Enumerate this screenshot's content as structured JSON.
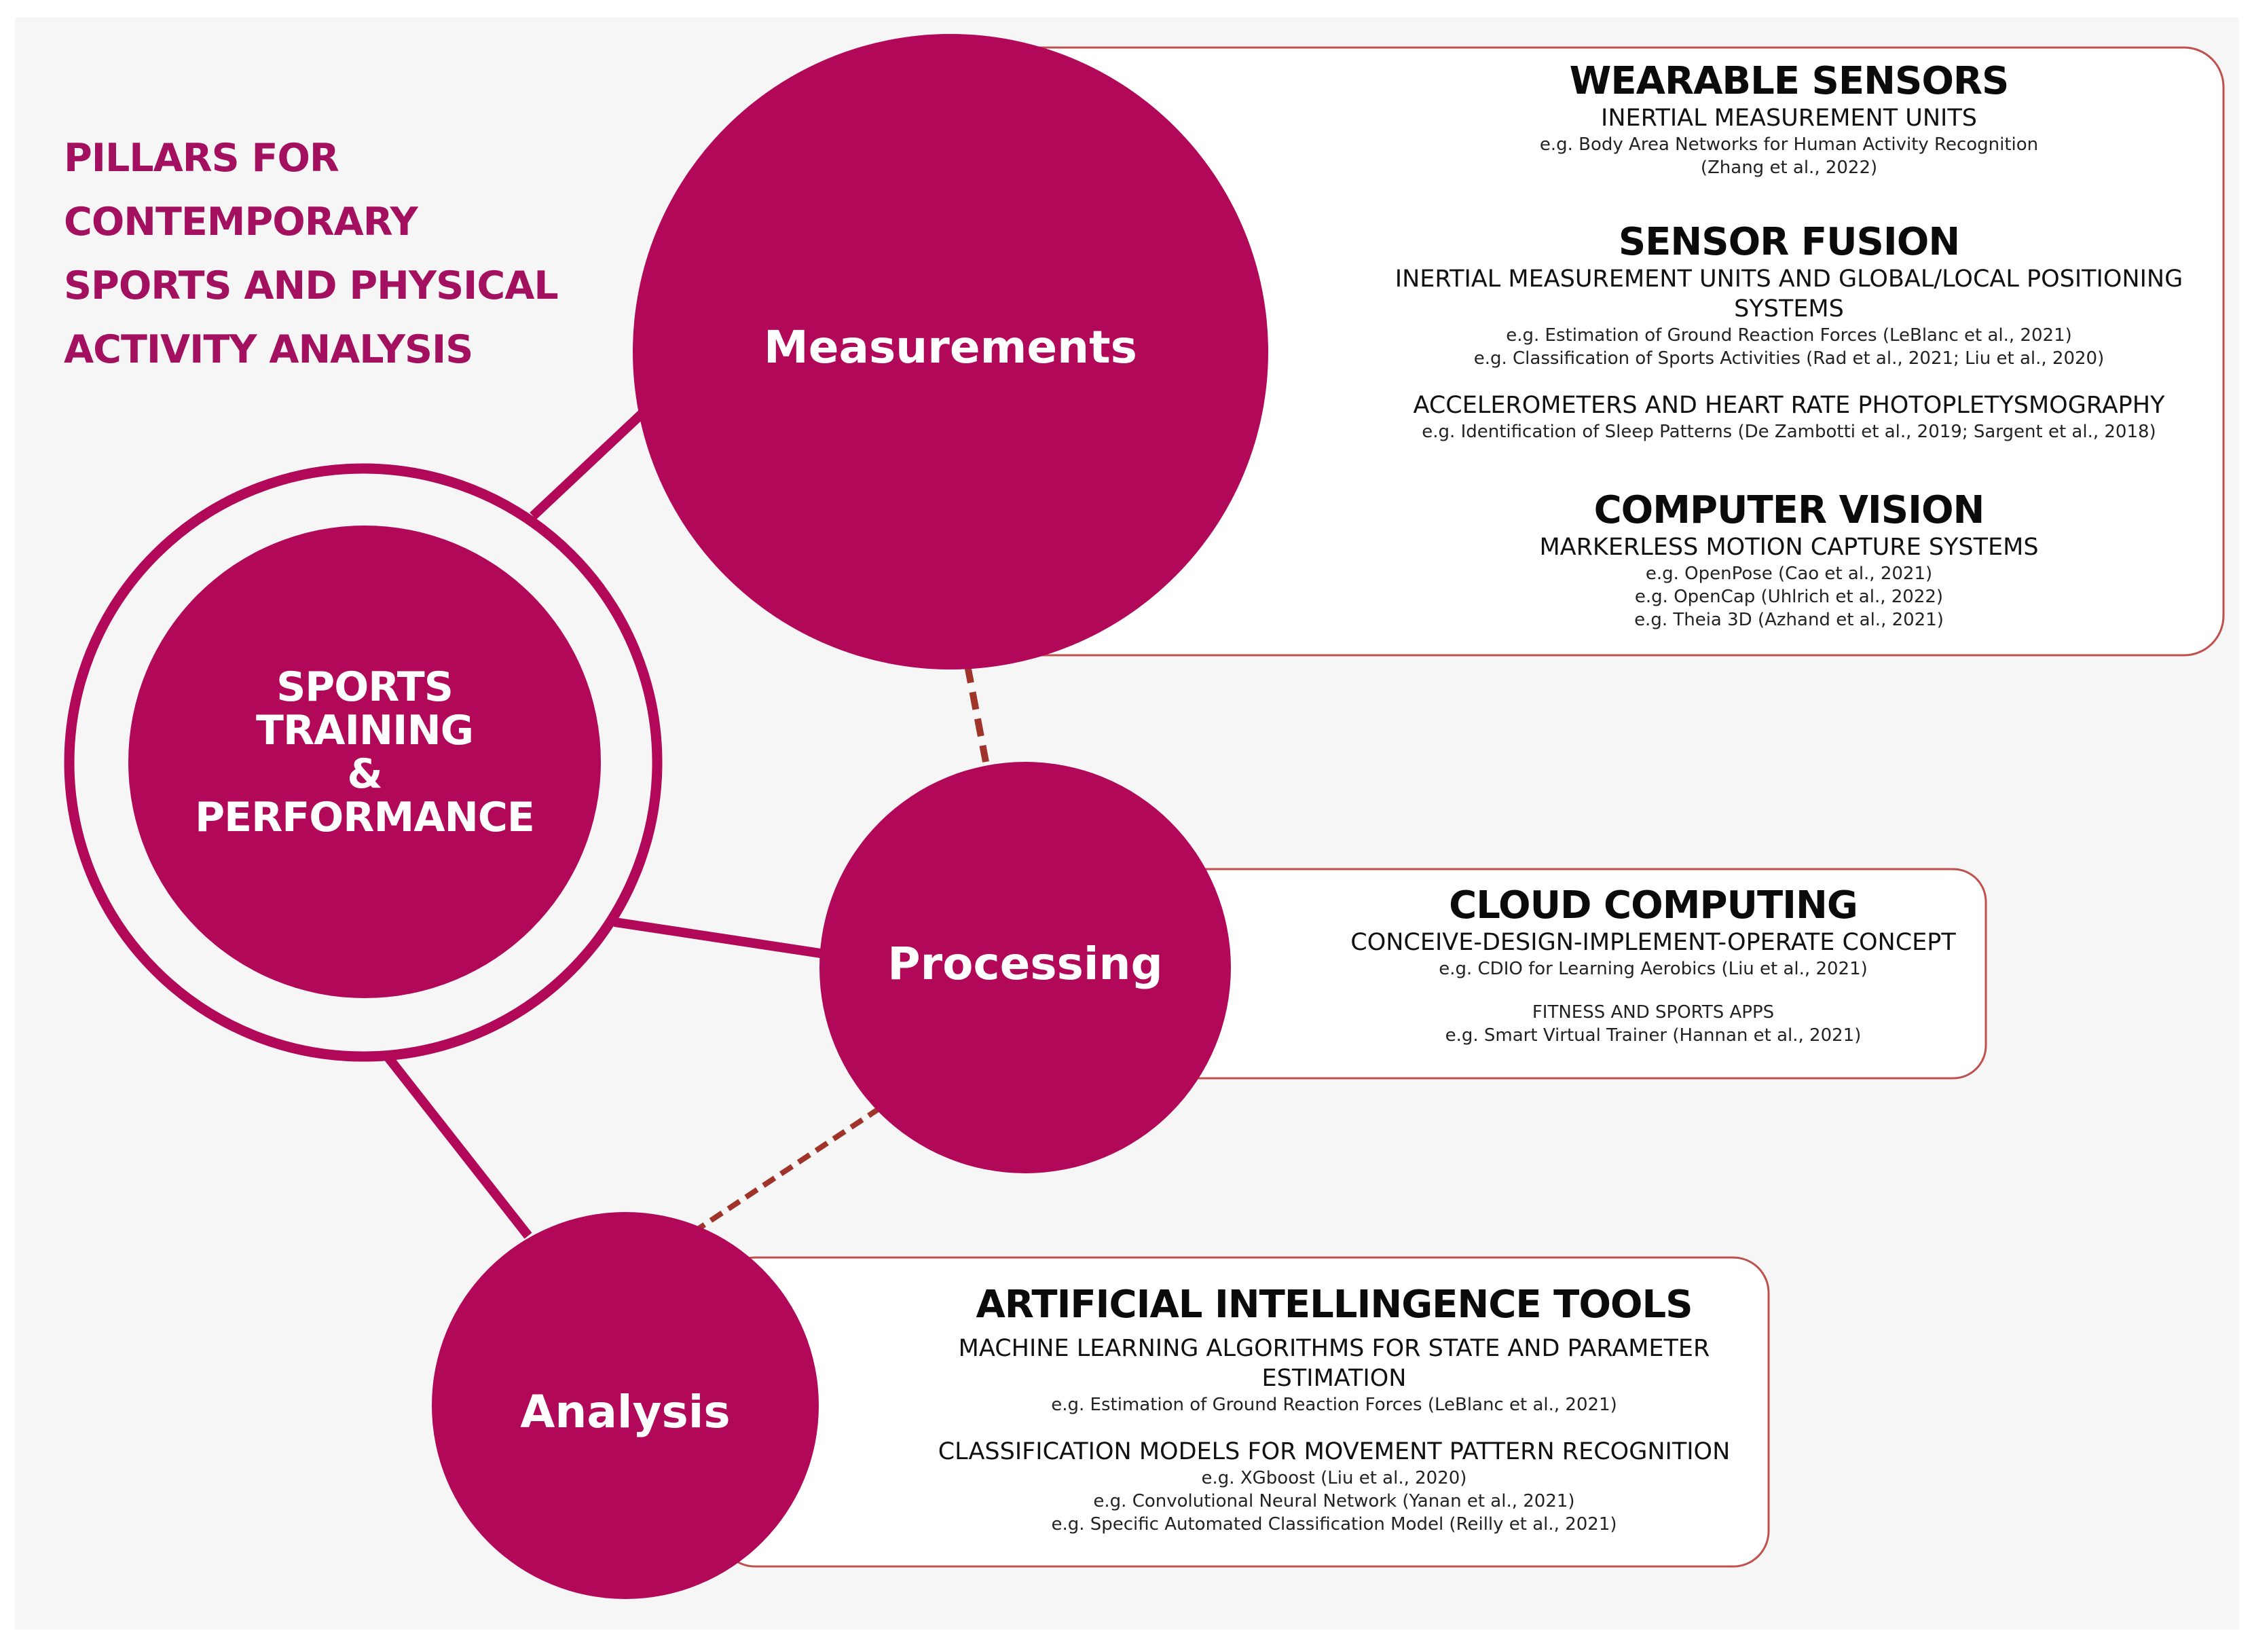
{
  "title_lines": [
    "PILLARS FOR",
    "CONTEMPORARY",
    "SPORTS AND PHYSICAL",
    "ACTIVITY ANALYSIS"
  ],
  "colors": {
    "primary": "#b1085a",
    "title": "#a3105f",
    "panel_border": "#c0504d",
    "dashed": "#a0342a",
    "background": "#f6f6f6"
  },
  "center": {
    "lines": [
      "SPORTS",
      "TRAINING",
      "&",
      "PERFORMANCE"
    ]
  },
  "pillars": {
    "measurements": "Measurements",
    "processing": "Processing",
    "analysis": "Analysis"
  },
  "measurements_panel": {
    "wearable": {
      "heading": "WEARABLE SENSORS",
      "sub": "INERTIAL MEASUREMENT UNITS",
      "examples": [
        "e.g. Body Area Networks for Human Activity Recognition",
        "(Zhang et al., 2022)"
      ]
    },
    "fusion": {
      "heading": "SENSOR FUSION",
      "sub_lines": [
        "INERTIAL MEASUREMENT UNITS AND GLOBAL/LOCAL POSITIONING",
        "SYSTEMS"
      ],
      "examples": [
        "e.g. Estimation of Ground Reaction Forces (LeBlanc et al., 2021)",
        "e.g. Classification of Sports Activities (Rad et al., 2021; Liu et al., 2020)"
      ],
      "sub2": "ACCELEROMETERS AND HEART RATE PHOTOPLETYSMOGRAPHY",
      "examples2": [
        "e.g. Identification of Sleep Patterns (De Zambotti et al., 2019; Sargent et al., 2018)"
      ]
    },
    "vision": {
      "heading": "COMPUTER VISION",
      "sub": "MARKERLESS MOTION CAPTURE SYSTEMS",
      "examples": [
        "e.g. OpenPose (Cao et al., 2021)",
        "e.g. OpenCap (Uhlrich et al., 2022)",
        "e.g. Theia 3D (Azhand et al., 2021)"
      ]
    }
  },
  "processing_panel": {
    "heading": "CLOUD COMPUTING",
    "sub": "CONCEIVE-DESIGN-IMPLEMENT-OPERATE CONCEPT",
    "example": "e.g. CDIO for Learning Aerobics (Liu et al., 2021)",
    "sub2": "FITNESS AND SPORTS APPS",
    "example2": "e.g. Smart Virtual Trainer (Hannan et al., 2021)"
  },
  "analysis_panel": {
    "heading": "ARTIFICIAL INTELLINGENCE TOOLS",
    "sub_lines": [
      "MACHINE LEARNING ALGORITHMS FOR STATE AND PARAMETER",
      "ESTIMATION"
    ],
    "example": "e.g. Estimation of Ground Reaction Forces (LeBlanc et al., 2021)",
    "sub2": "CLASSIFICATION MODELS FOR MOVEMENT PATTERN RECOGNITION",
    "examples2": [
      "e.g. XGboost (Liu et al., 2020)",
      "e.g. Convolutional Neural Network (Yanan et al., 2021)",
      "e.g. Specific Automated Classification Model (Reilly et al., 2021)"
    ]
  }
}
